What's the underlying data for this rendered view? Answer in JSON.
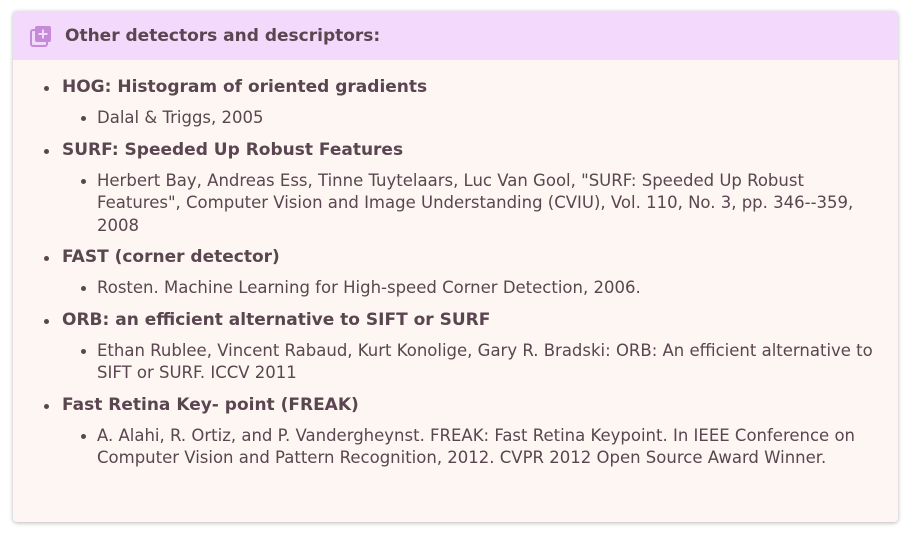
{
  "callout": {
    "icon": "add-box-icon",
    "title": "Other detectors and descriptors:",
    "colors": {
      "header_bg": "#f3d9fb",
      "body_bg": "#fdf6f2",
      "icon": "#c58bd8",
      "text": "#5a4650"
    }
  },
  "items": [
    {
      "title": "HOG: Histogram of oriented gradients",
      "refs": [
        "Dalal & Triggs, 2005"
      ]
    },
    {
      "title": "SURF: Speeded Up Robust Features",
      "refs": [
        "Herbert Bay, Andreas Ess, Tinne Tuytelaars, Luc Van Gool, \"SURF: Speeded Up Robust Features\", Computer Vision and Image Understanding (CVIU), Vol. 110, No. 3, pp. 346--359, 2008"
      ]
    },
    {
      "title": "FAST (corner detector)",
      "refs": [
        "Rosten. Machine Learning for High-speed Corner Detection, 2006."
      ]
    },
    {
      "title": "ORB: an efficient alternative to SIFT or SURF",
      "refs": [
        "Ethan Rublee, Vincent Rabaud, Kurt Konolige, Gary R. Bradski: ORB: An efficient alternative to SIFT or SURF. ICCV 2011"
      ]
    },
    {
      "title": "Fast Retina Key- point (FREAK)",
      "refs": [
        "A. Alahi, R. Ortiz, and P. Vandergheynst. FREAK: Fast Retina Keypoint. In IEEE Conference on Computer Vision and Pattern Recognition, 2012. CVPR 2012 Open Source Award Winner."
      ]
    }
  ]
}
